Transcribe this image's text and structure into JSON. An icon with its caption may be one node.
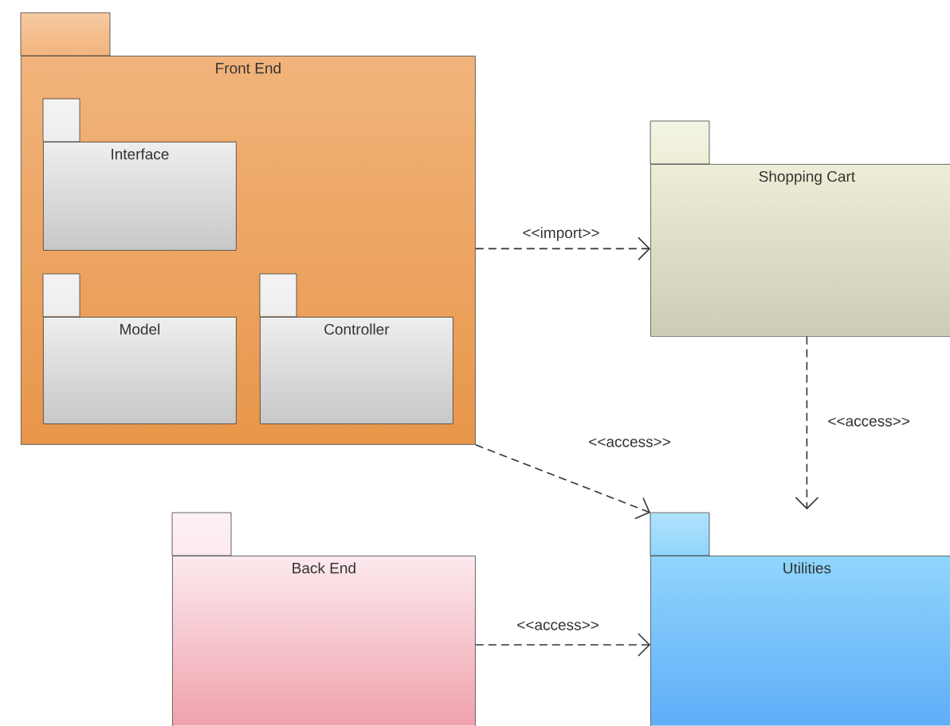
{
  "diagram": {
    "nodes": [
      {
        "text": [
          "Front End"
        ]
      },
      {
        "text": [
          "Interface"
        ],
        "in": 0
      },
      {
        "text": [
          "Model"
        ],
        "in": 0
      },
      {
        "text": [
          "Controller"
        ],
        "in": 0
      },
      {
        "text": [
          "Shopping Cart"
        ]
      },
      {
        "text": [
          "Back End"
        ]
      },
      {
        "text": [
          "Utilities"
        ]
      }
    ],
    "edges": [
      {
        "from": 0,
        "to": 4,
        "arrow": "to",
        "label": "<<import>>",
        "style": "dashed"
      },
      {
        "from": 4,
        "to": 6,
        "arrow": "to",
        "label": "<<access>>",
        "style": "dashed"
      },
      {
        "from": 0,
        "to": 6,
        "arrow": "to",
        "label": "<<access>>",
        "style": "dashed"
      },
      {
        "from": 5,
        "to": 6,
        "arrow": "to",
        "label": "<<access>>",
        "style": "dashed"
      }
    ]
  }
}
